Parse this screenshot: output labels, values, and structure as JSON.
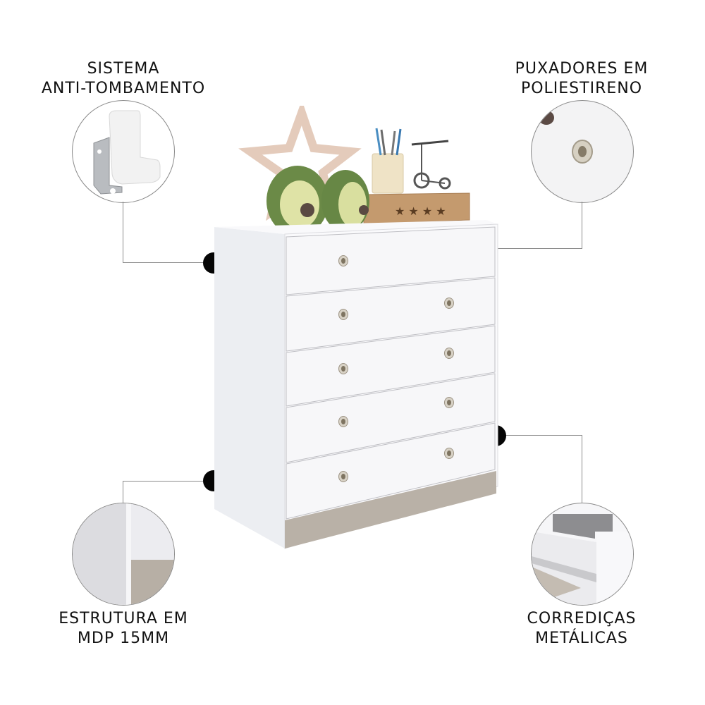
{
  "features": [
    {
      "id": "anti-tip",
      "lines": [
        "SISTEMA",
        "ANTI-TOMBAMENTO"
      ]
    },
    {
      "id": "handles",
      "lines": [
        "PUXADORES EM",
        "POLIESTIRENO"
      ]
    },
    {
      "id": "structure",
      "lines": [
        "ESTRUTURA EM",
        "MDP 15MM"
      ]
    },
    {
      "id": "slides",
      "lines": [
        "CORREDIÇAS",
        "METÁLICAS"
      ]
    }
  ],
  "product": {
    "type": "chest-of-drawers",
    "drawer_count": 5,
    "body_color": "#f3f3f5",
    "base_color": "#b9b1a7",
    "handle_color": "#d8d2c6"
  },
  "colors": {
    "text": "#111111",
    "dot": "#050505",
    "leader_line": "#8c8c8c"
  }
}
